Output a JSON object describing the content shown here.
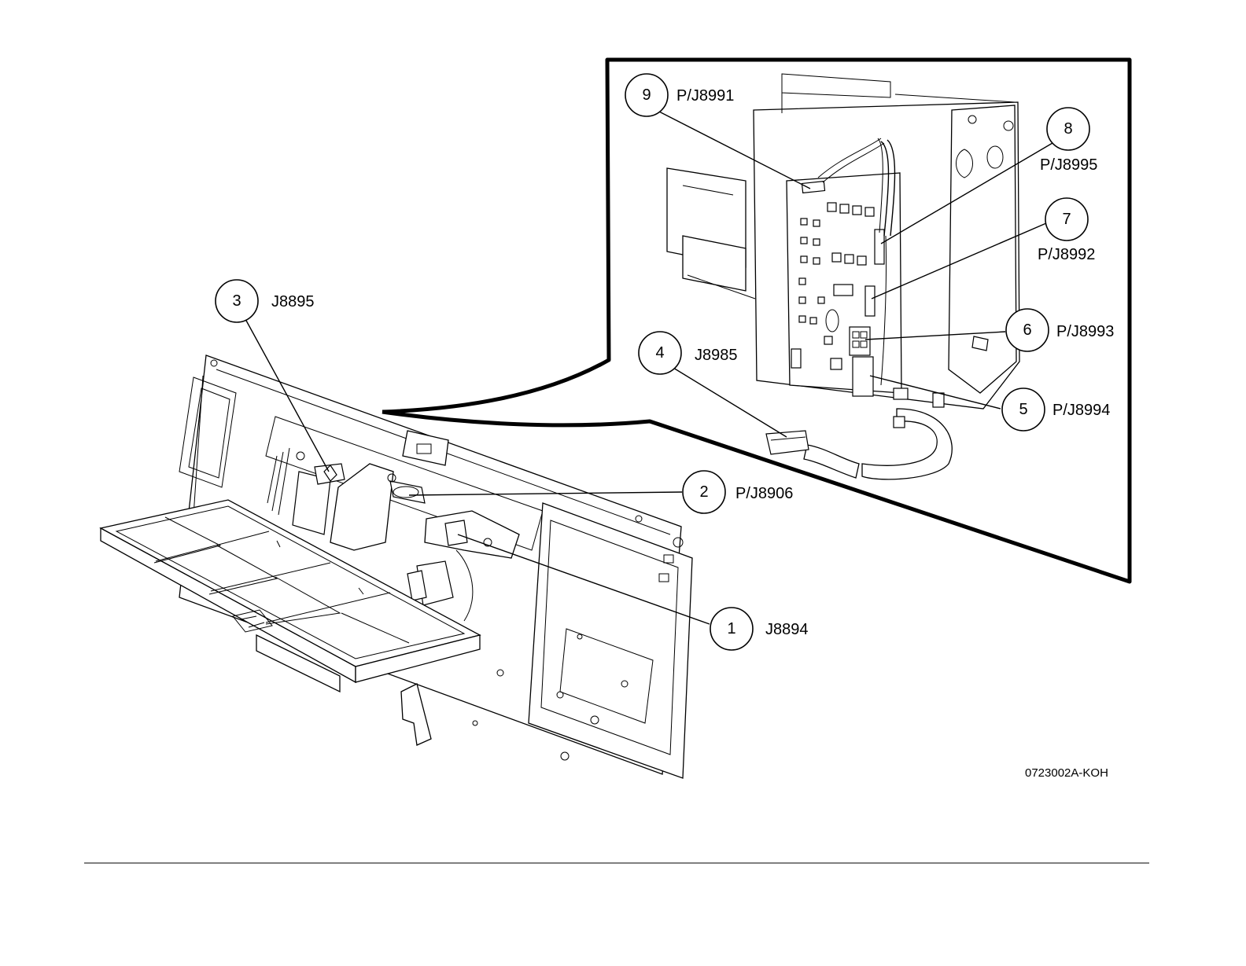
{
  "figure_id": "0723002A-KOH",
  "callouts": [
    {
      "num": "1",
      "label": "J8894"
    },
    {
      "num": "2",
      "label": "P/J8906"
    },
    {
      "num": "3",
      "label": "J8895"
    },
    {
      "num": "4",
      "label": "J8985"
    },
    {
      "num": "5",
      "label": "P/J8994"
    },
    {
      "num": "6",
      "label": "P/J8993"
    },
    {
      "num": "7",
      "label": "P/J8992"
    },
    {
      "num": "8",
      "label": "P/J8995"
    },
    {
      "num": "9",
      "label": "P/J8991"
    }
  ]
}
